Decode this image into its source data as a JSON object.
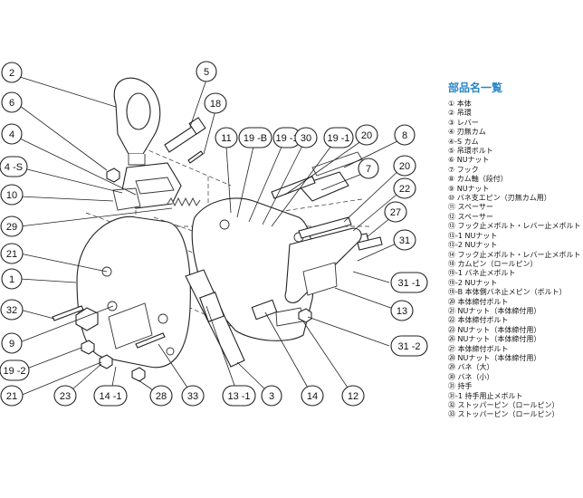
{
  "parts_list": {
    "title": "部品名一覧",
    "items": [
      "① 本体",
      "② 吊環",
      "③ レバー",
      "④ 刃無カム",
      "④-S カム",
      "⑤ 吊環ボルト",
      "⑥ NUナット",
      "⑦ フック",
      "⑧ カム軸（段付）",
      "⑨ NUナット",
      "⑩ バネ支エピン（刃無カム用）",
      "⑪ スペーサー",
      "⑫ スペーサー",
      "⑬ フック止メボルト・レバー止メボルト",
      "⑬-1 NUナット",
      "⑬-2 NUナット",
      "⑭ フック止メボルト・レバー止メボルト",
      "⑱ カムピン（ロールピン）",
      "⑲-1 バネ止メボルト",
      "⑲-2 NUナット",
      "⑲-B 本体側バネ止メピン（ボルト）",
      "⑳ 本体締付ボルト",
      "㉑ NUナット（本体締付用）",
      "㉒ 本体締付ボルト",
      "㉓ NUナット（本体締付用）",
      "㉖ NUナット（本体締付用）",
      "㉗ 本体締付ボルト",
      "㉘ NUナット（本体締付用）",
      "㉙ バネ（大）",
      "㉚ バネ（小）",
      "㉛ 持手",
      "㉛-1 持手用止メボルト",
      "㉜ ストッパーピン（ロールピン）",
      "㉝ ストッパーピン（ロールピン）"
    ]
  },
  "callouts": [
    {
      "id": "c2",
      "text": "2"
    },
    {
      "id": "c5",
      "text": "5"
    },
    {
      "id": "c6",
      "text": "6"
    },
    {
      "id": "c18",
      "text": "18"
    },
    {
      "id": "c11",
      "text": "11"
    },
    {
      "id": "c19b",
      "text": "19 -B"
    },
    {
      "id": "c19_1a",
      "text": "19 -1"
    },
    {
      "id": "c30",
      "text": "30"
    },
    {
      "id": "c19_1b",
      "text": "19 -1"
    },
    {
      "id": "c20a",
      "text": "20"
    },
    {
      "id": "c8",
      "text": "8"
    },
    {
      "id": "c4",
      "text": "4"
    },
    {
      "id": "c4s",
      "text": "4 -S"
    },
    {
      "id": "c7",
      "text": "7"
    },
    {
      "id": "c20b",
      "text": "20"
    },
    {
      "id": "c10",
      "text": "10"
    },
    {
      "id": "c22",
      "text": "22"
    },
    {
      "id": "c29",
      "text": "29"
    },
    {
      "id": "c27",
      "text": "27"
    },
    {
      "id": "c21a",
      "text": "21"
    },
    {
      "id": "c31",
      "text": "31"
    },
    {
      "id": "c1",
      "text": "1"
    },
    {
      "id": "c31_1",
      "text": "31 -1"
    },
    {
      "id": "c32",
      "text": "32"
    },
    {
      "id": "c13",
      "text": "13"
    },
    {
      "id": "c9",
      "text": "9"
    },
    {
      "id": "c19_2",
      "text": "19 -2"
    },
    {
      "id": "c31_2",
      "text": "31 -2"
    },
    {
      "id": "c21b",
      "text": "21"
    },
    {
      "id": "c23",
      "text": "23"
    },
    {
      "id": "c14_1",
      "text": "14 -1"
    },
    {
      "id": "c28",
      "text": "28"
    },
    {
      "id": "c33",
      "text": "33"
    },
    {
      "id": "c13_1",
      "text": "13 -1"
    },
    {
      "id": "c3",
      "text": "3"
    },
    {
      "id": "c14",
      "text": "14"
    },
    {
      "id": "c12",
      "text": "12"
    }
  ]
}
